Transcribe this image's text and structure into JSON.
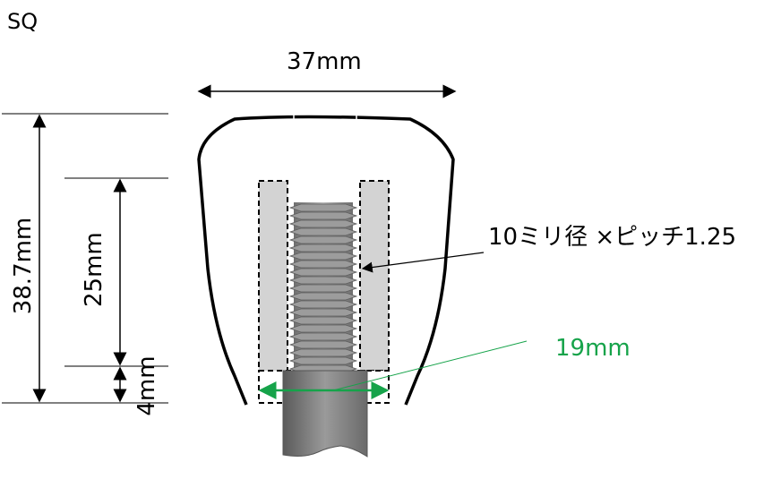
{
  "labels": {
    "title": "SQ",
    "total_height": "38.7mm",
    "thread_depth": "25mm",
    "bottom_gap": "4mm",
    "width": "37mm",
    "thread_spec": "10ミリ径 ×ピッチ1.25",
    "insert_width": "19mm"
  },
  "colors": {
    "outline": "#000000",
    "insert_fill": "#d3d3d3",
    "thread": "#8a8a8a",
    "shaft": "#808080",
    "green_dim": "#16a34a"
  }
}
